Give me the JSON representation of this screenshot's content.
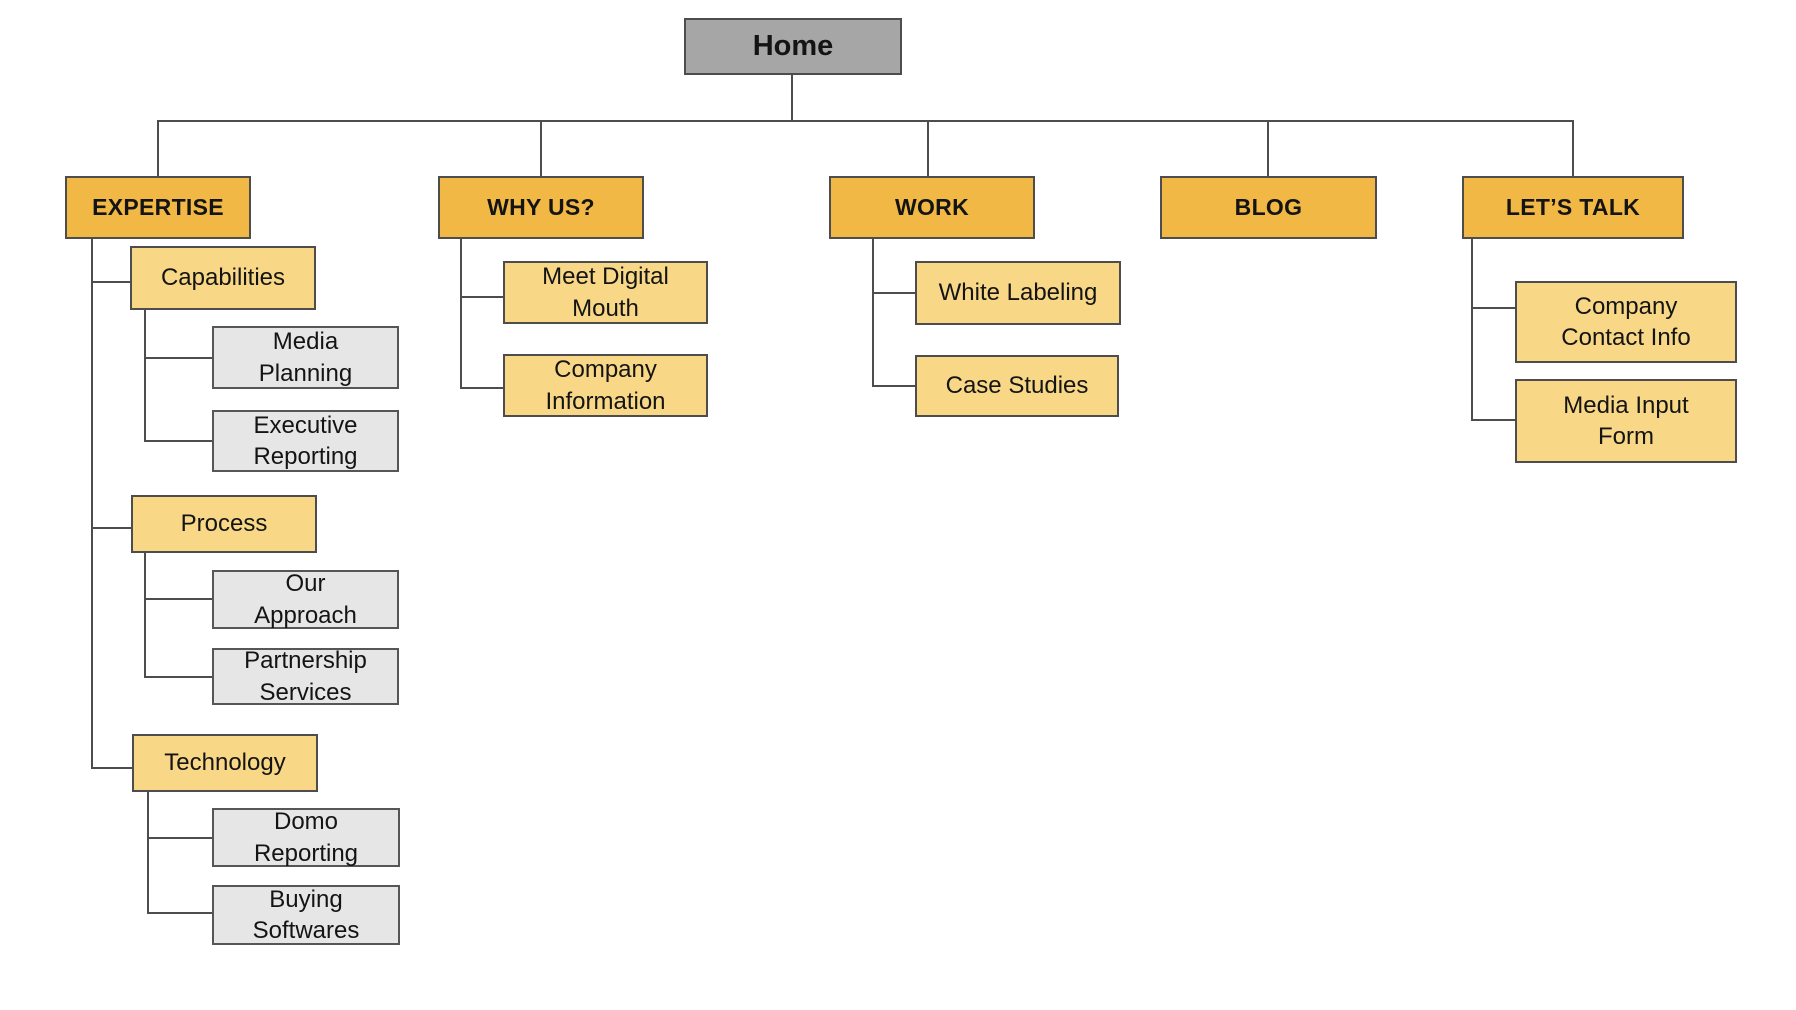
{
  "sitemap": {
    "home": {
      "label": "Home"
    },
    "sections": [
      {
        "label": "EXPERTISE",
        "children": [
          {
            "label": "Capabilities",
            "children": [
              {
                "label": "Media\nPlanning"
              },
              {
                "label": "Executive\nReporting"
              }
            ]
          },
          {
            "label": "Process",
            "children": [
              {
                "label": "Our\nApproach"
              },
              {
                "label": "Partnership\nServices"
              }
            ]
          },
          {
            "label": "Technology",
            "children": [
              {
                "label": "Domo\nReporting"
              },
              {
                "label": "Buying\nSoftwares"
              }
            ]
          }
        ]
      },
      {
        "label": "WHY US?",
        "children": [
          {
            "label": "Meet Digital\nMouth"
          },
          {
            "label": "Company\nInformation"
          }
        ]
      },
      {
        "label": "WORK",
        "children": [
          {
            "label": "White Labeling"
          },
          {
            "label": "Case Studies"
          }
        ]
      },
      {
        "label": "BLOG",
        "children": []
      },
      {
        "label": "LET’S TALK",
        "children": [
          {
            "label": "Company\nContact Info"
          },
          {
            "label": "Media Input\nForm"
          }
        ]
      }
    ],
    "colors": {
      "home_fill": "#A6A6A6",
      "section_fill": "#F1B845",
      "page_fill": "#F8D886",
      "subpage_fill": "#E6E6E6",
      "box_border": "#4D4D4D",
      "connector": "#4D4D4D",
      "background": "#FFFFFF"
    }
  }
}
